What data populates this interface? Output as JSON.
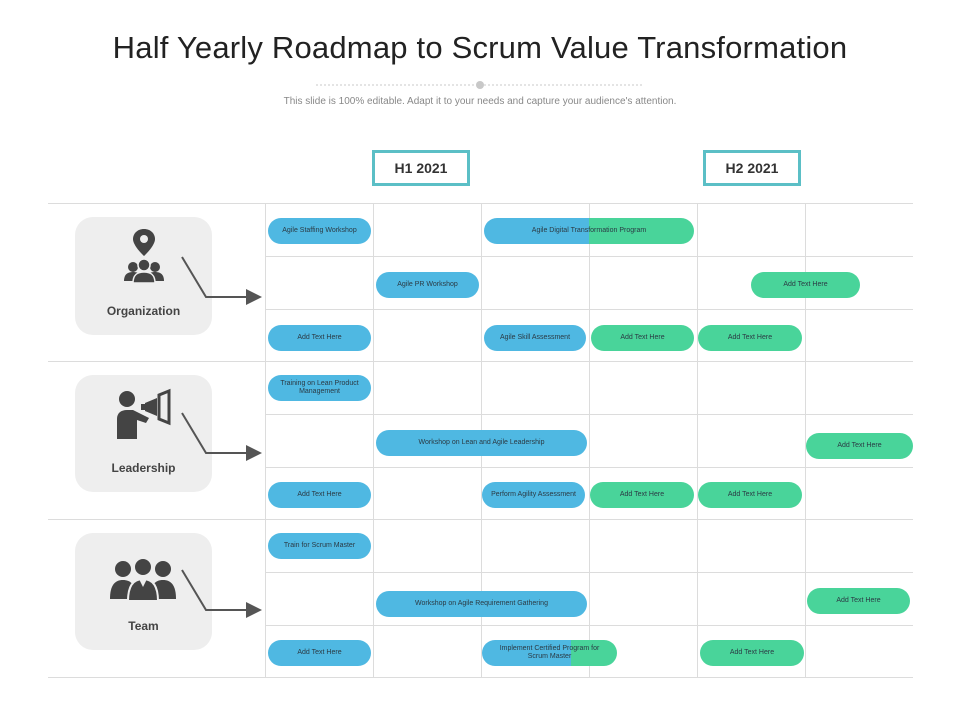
{
  "title": "Half Yearly Roadmap to Scrum Value Transformation",
  "subtitle": "This slide is 100% editable. Adapt it to your needs and capture your audience's attention.",
  "periods": [
    "H1 2021",
    "H2 2021"
  ],
  "colors": {
    "h_box_border": "#5bbfc6",
    "pill_blue": "#4fb8e2",
    "pill_green": "#49d49a",
    "card_bg": "#eeeeee"
  },
  "categories": [
    {
      "label": "Organization",
      "icon": "location-people-icon"
    },
    {
      "label": "Leadership",
      "icon": "megaphone-person-icon"
    },
    {
      "label": "Team",
      "icon": "team-people-icon"
    }
  ],
  "tasks": {
    "org": [
      "Agile Staffing Workshop",
      "Agile Digital Transformation Program",
      "Agile PR Workshop",
      "Add Text Here",
      "Add Text Here",
      "Agile Skill Assessment",
      "Add Text Here",
      "Add Text Here"
    ],
    "lead": [
      "Training on Lean Product Management",
      "Workshop on Lean  and Agile Leadership",
      "Add Text Here",
      "Add Text Here",
      "Perform Agility Assessment",
      "Add Text Here",
      "Add Text Here"
    ],
    "team": [
      "Train for Scrum Master",
      "Workshop on Agile Requirement Gathering",
      "Add Text Here",
      "Add Text Here",
      "Implement Certified Program for Scrum Master",
      "Add Text Here"
    ]
  }
}
